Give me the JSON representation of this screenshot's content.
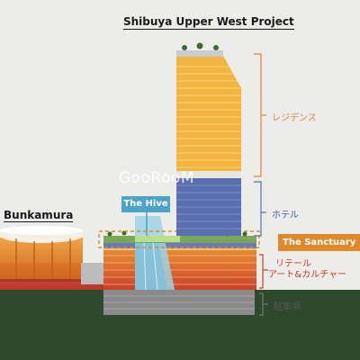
{
  "title": "Shibuya Upper West Project",
  "bunkamura": "Bunkamura",
  "labels": {
    "residence": "レジデンス",
    "hotel": "ホテル",
    "retail_line1": "リテール",
    "retail_line2": "アート&カルチャー",
    "parking": "駐車場"
  },
  "callouts": {
    "hive": "The Hive",
    "sanctuary": "The Sanctuary"
  },
  "watermark": "GooRooM",
  "colors": {
    "residence": "#f2b640",
    "hotel": "#5a6fb0",
    "retail": "#e0892a",
    "retail_red": "#c9402a",
    "parking": "#8a8a8a",
    "hive": "#4aa3c9",
    "ground": "#2e4a2c"
  }
}
